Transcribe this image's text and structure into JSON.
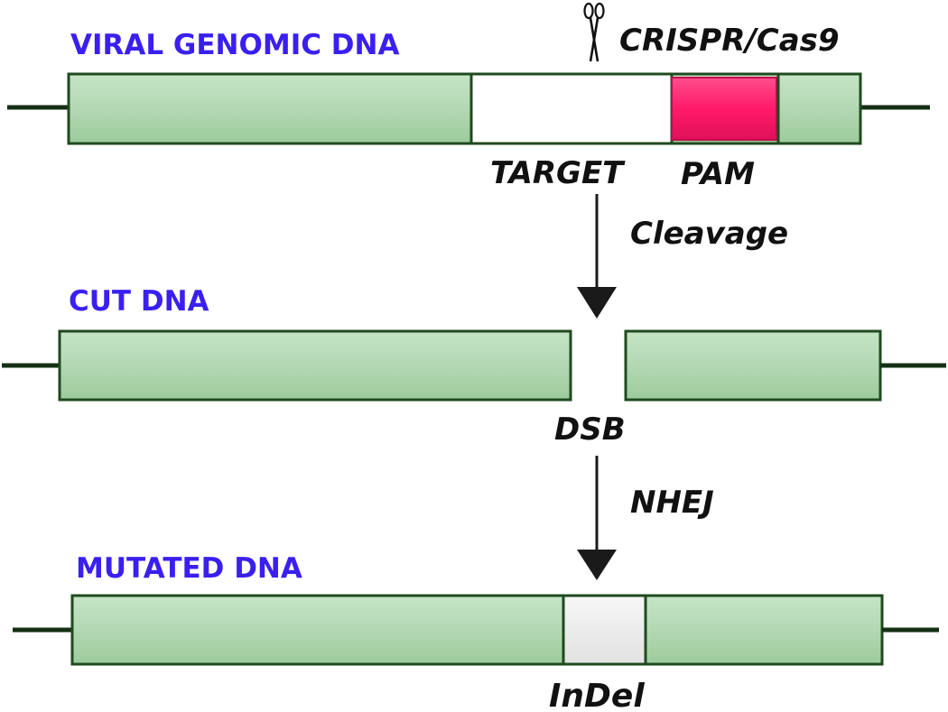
{
  "sections": {
    "viral": {
      "title": "VIRAL GENOMIC DNA",
      "target_label": "TARGET",
      "pam_label": "PAM",
      "enzyme_label": "CRISPR/Cas9",
      "enzyme_icon": "scissors-icon"
    },
    "cut": {
      "title": "CUT DNA",
      "break_label": "DSB"
    },
    "mutated": {
      "title": "MUTATED DNA",
      "indel_label": "InDel"
    }
  },
  "steps": {
    "cleavage": "Cleavage",
    "repair": "NHEJ"
  },
  "colors": {
    "title_text": "#3a1ff0",
    "dna_fill": "#b7dcb7",
    "dna_stroke": "#1f4a1f",
    "target_fill": "#ffffff",
    "pam_fill": "#ff1f6e",
    "indel_fill": "#eeeeee"
  }
}
